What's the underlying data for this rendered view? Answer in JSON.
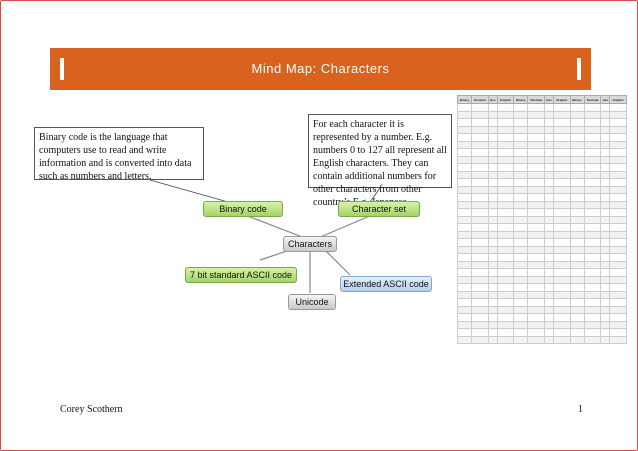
{
  "banner": {
    "title": "Mind Map: Characters"
  },
  "notes": {
    "binary": "Binary code is the language that computers use to read and write information and is converted into data such as numbers and letters.",
    "character_set": "For each character it is represented by a number. E.g. numbers 0 to 127 all represent all English characters. They can contain additional numbers for other characters from other country’s E.g. Japanese."
  },
  "nodes": {
    "binary_code": "Binary code",
    "character_set": "Character set",
    "characters": "Characters",
    "ascii7": "7 bit standard ASCII code",
    "extended_ascii": "Extended ASCII code",
    "unicode": "Unicode"
  },
  "table": {
    "headers": [
      "Binary",
      "Decimal",
      "Hex",
      "Graphic",
      "Binary",
      "Decimal",
      "Hex",
      "Graphic",
      "Binary",
      "Decimal",
      "Hex",
      "Graphic"
    ]
  },
  "footer": {
    "author": "Corey Scothern",
    "page": "1"
  },
  "colors": {
    "banner": "#d8621e",
    "border": "#d84a4a"
  }
}
